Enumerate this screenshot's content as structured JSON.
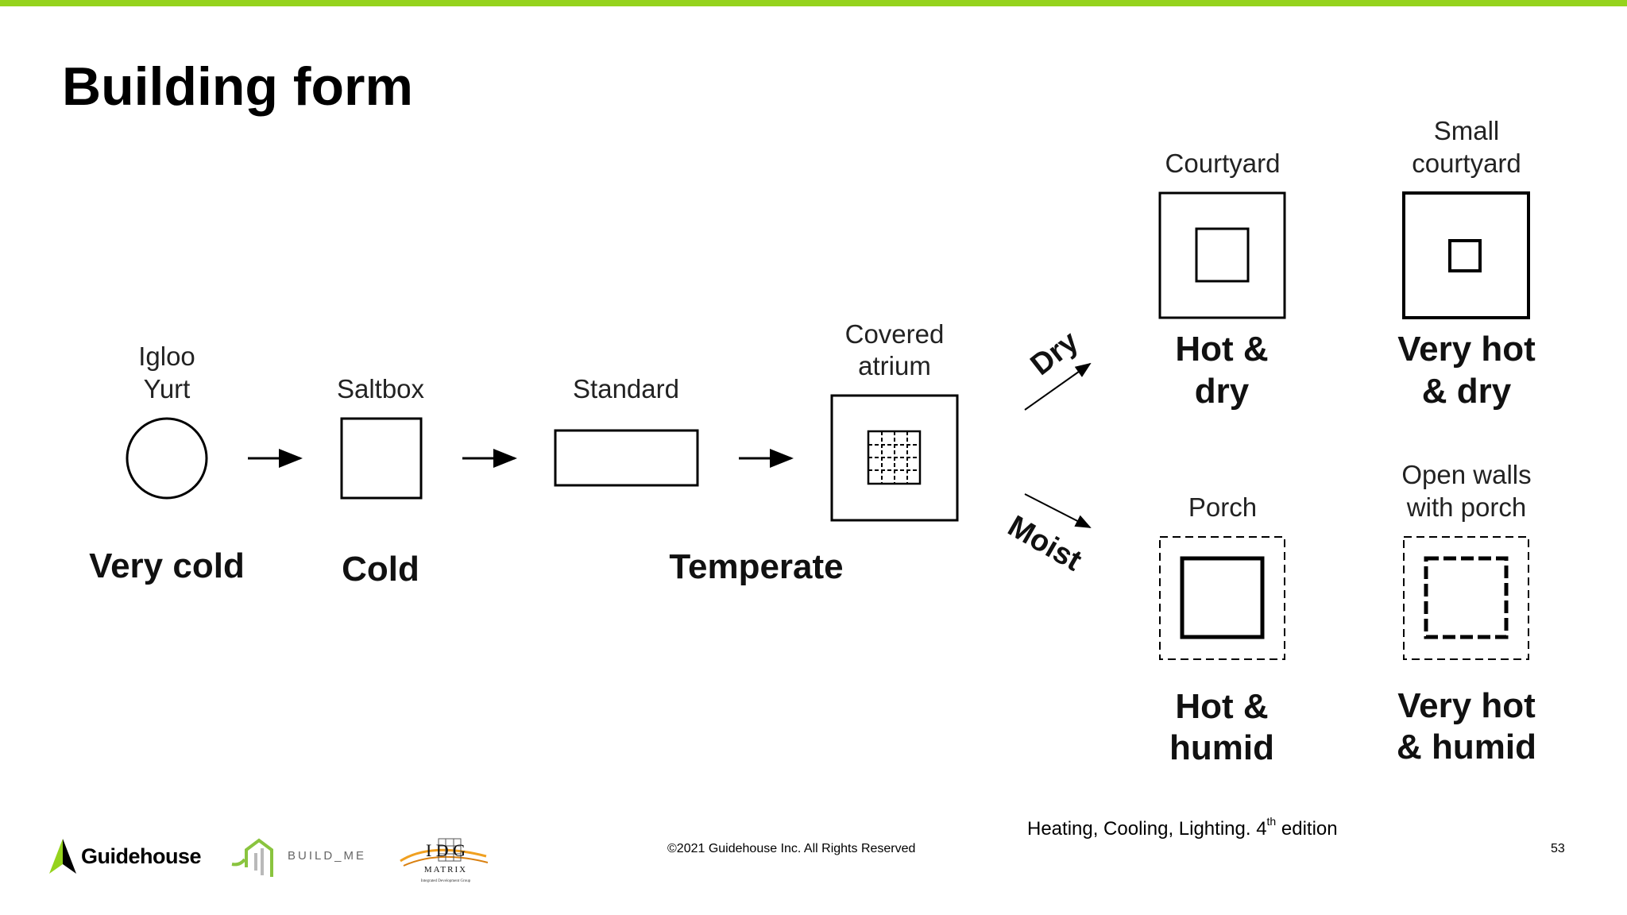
{
  "header": {
    "title": "Building form"
  },
  "colors": {
    "accent_bar": "#95d31d",
    "text": "#000000"
  },
  "diagram": {
    "labels": {
      "igloo_line1": "Igloo",
      "igloo_line2": "Yurt",
      "saltbox": "Saltbox",
      "standard": "Standard",
      "covered_line1": "Covered",
      "covered_line2": "atrium",
      "courtyard": "Courtyard",
      "small_courtyard_line1": "Small",
      "small_courtyard_line2": "courtyard",
      "porch": "Porch",
      "open_walls_line1": "Open walls",
      "open_walls_line2": "with porch",
      "dry": "Dry",
      "moist": "Moist"
    },
    "climates": {
      "very_cold": "Very cold",
      "cold": "Cold",
      "temperate": "Temperate",
      "hot_dry_line1": "Hot &",
      "hot_dry_line2": "dry",
      "very_hot_dry_line1": "Very hot",
      "very_hot_dry_line2": "& dry",
      "hot_humid_line1": "Hot &",
      "hot_humid_line2": "humid",
      "very_hot_humid_line1": "Very hot",
      "very_hot_humid_line2": "& humid"
    }
  },
  "footer": {
    "citation_main": "Heating, Cooling, Lighting. 4",
    "citation_sup": "th",
    "citation_end": " edition",
    "copyright": "©2021 Guidehouse Inc. All Rights Reserved",
    "page_number": "53",
    "logos": {
      "guidehouse": "Guidehouse",
      "buildme": "BUILD_ME",
      "idg_top": "I D G",
      "idg_matrix": "MATRIX",
      "idg_sub": "Integrated Development Group"
    }
  }
}
